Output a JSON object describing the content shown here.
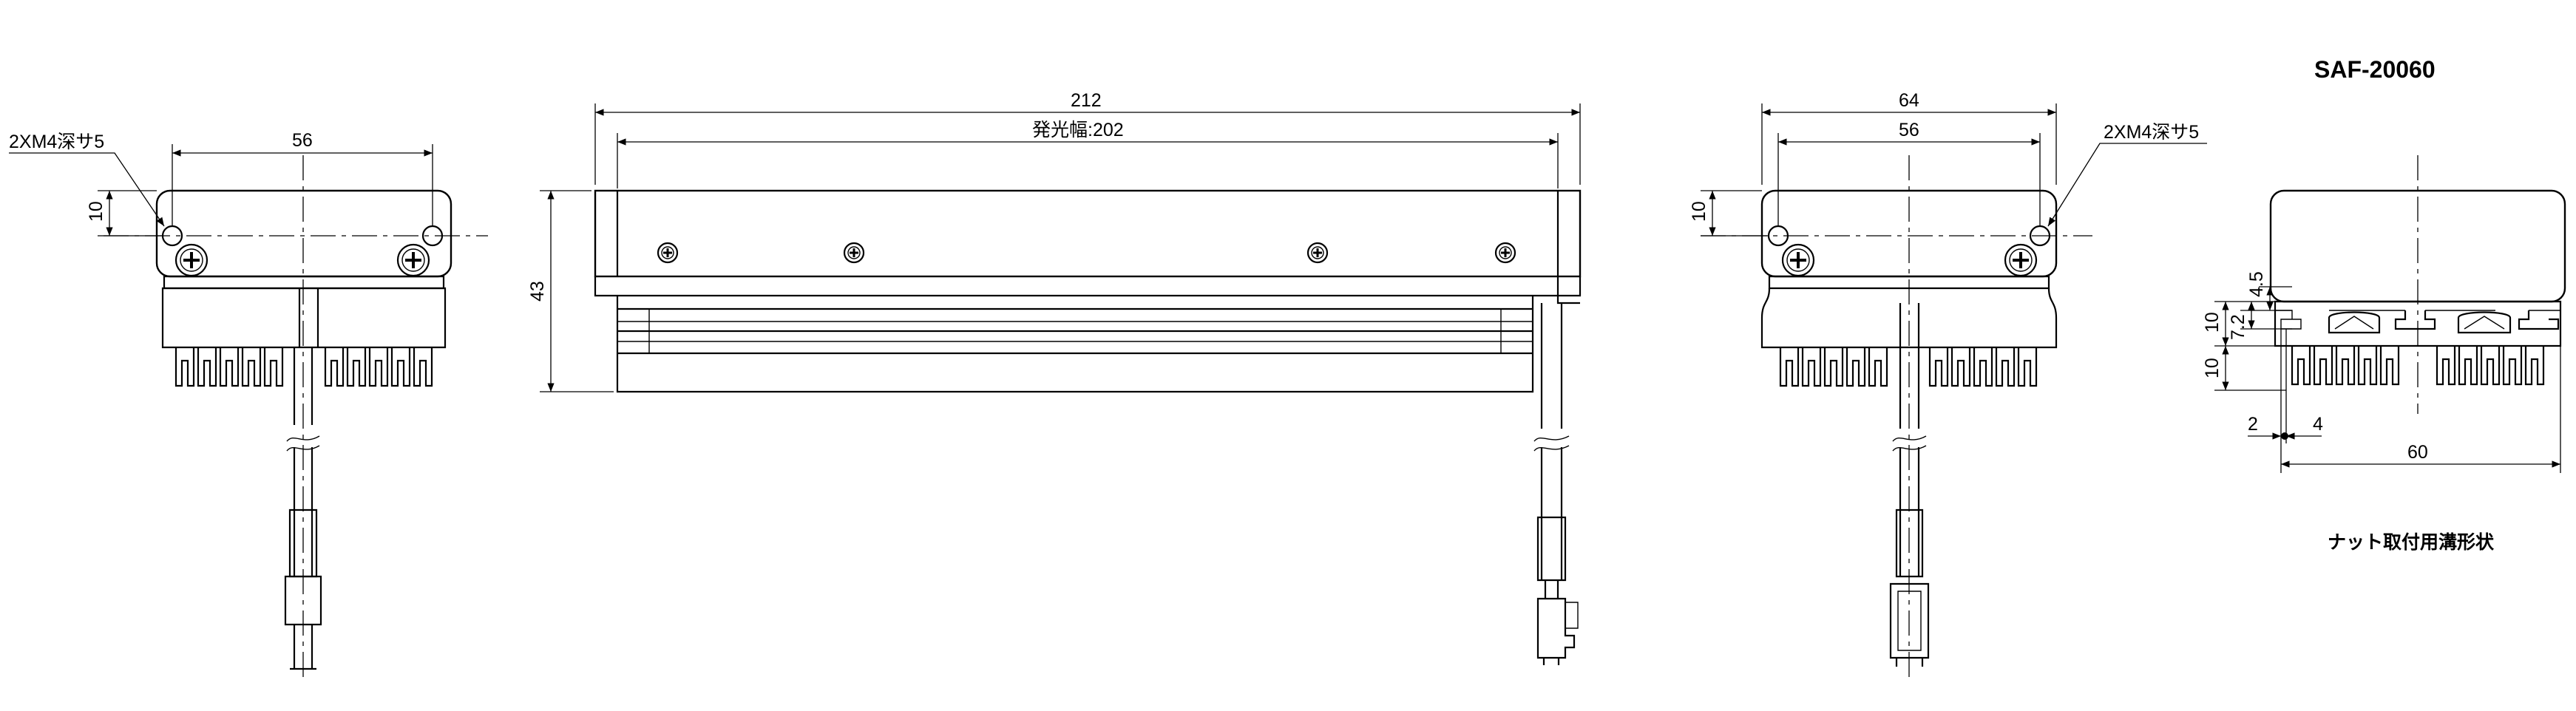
{
  "title": "SAF-20060",
  "subtitle": "ナット取付用溝形状",
  "views": {
    "left_side": {
      "hole_note": "2XM4深サ5",
      "width_dim": "56",
      "height_dim": "10"
    },
    "front": {
      "overall_length": "212",
      "emitting_width": "発光幅:202",
      "height": "43"
    },
    "right_side": {
      "overall_width": "64",
      "hole_pitch": "56",
      "height_dim": "10",
      "hole_note": "2XM4深サ5"
    },
    "slot_detail": {
      "dim_4_5": "4.5",
      "dim_10a": "10",
      "dim_7_2": "7.2",
      "dim_10b": "10",
      "dim_2": "2",
      "dim_4": "4",
      "dim_60": "60"
    }
  }
}
